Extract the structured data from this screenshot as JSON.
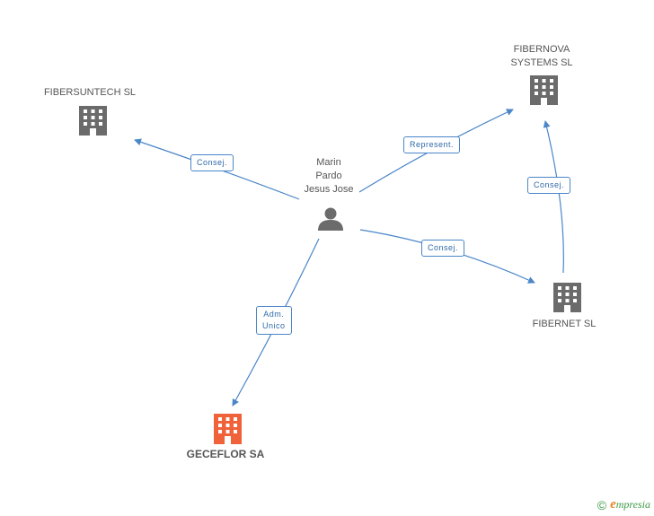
{
  "nodes": {
    "person": {
      "label": "Marin\nPardo\nJesus Jose",
      "line1": "Marin",
      "line2": "Pardo",
      "line3": "Jesus Jose",
      "icon": "person-icon"
    },
    "fibersuntech": {
      "label": "FIBERSUNTECH SL",
      "icon": "building-icon"
    },
    "fibernova": {
      "line1": "FIBERNOVA",
      "line2": "SYSTEMS SL",
      "icon": "building-icon"
    },
    "fibernet": {
      "label": "FIBERNET SL",
      "icon": "building-icon"
    },
    "geceflor": {
      "label": "GECEFLOR SA",
      "icon": "building-icon"
    }
  },
  "edges": {
    "consej1": "Consej.",
    "represent": "Represent.",
    "consej2": "Consej.",
    "consej3": "Consej.",
    "adm_line1": "Adm.",
    "adm_line2": "Unico"
  },
  "colors": {
    "edge": "#4a86c8",
    "node_icon": "#6b6b6b",
    "main_icon": "#f0623a",
    "brand": "#3d9a46"
  },
  "footer": {
    "copyright": "©",
    "brand_initial": "e",
    "brand_rest": "mpresia"
  }
}
